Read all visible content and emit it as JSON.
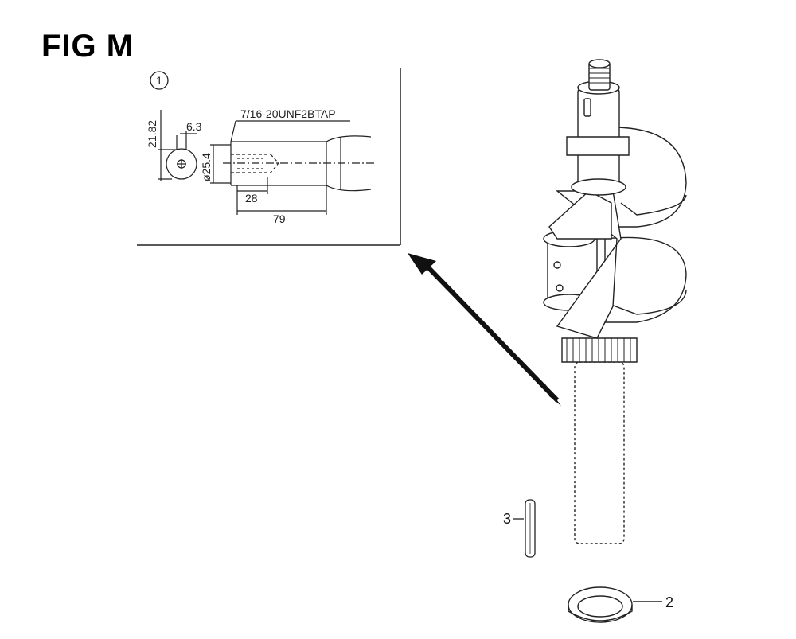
{
  "title": "FIG M",
  "detail": {
    "index": "1",
    "thread_spec": "7/16-20UNF2BTAP",
    "dim_vertical": "21.82",
    "dim_keyway": "6.3",
    "dim_diameter": "ø25.4",
    "dim_depth": "28",
    "dim_length": "79"
  },
  "callouts": [
    {
      "number": "3",
      "part": "pin"
    },
    {
      "number": "2",
      "part": "washer"
    }
  ]
}
